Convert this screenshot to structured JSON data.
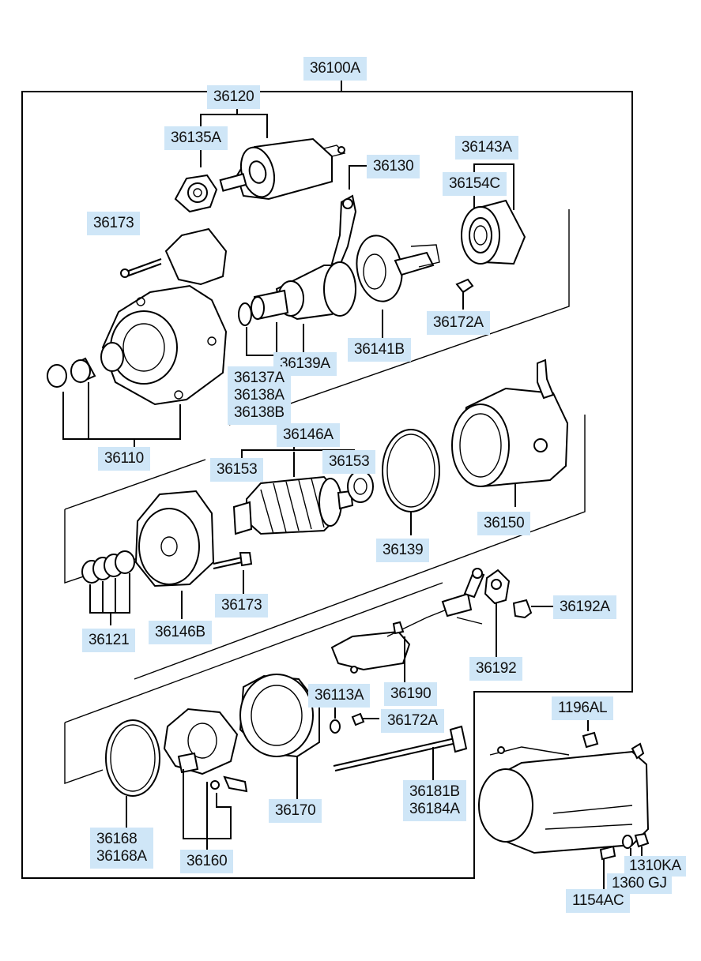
{
  "labels": {
    "p36100A": "36100A",
    "p36120": "36120",
    "p36135A": "36135A",
    "p36130": "36130",
    "p36143A": "36143A",
    "p36154C": "36154C",
    "p36173_top": "36173",
    "p36172A_top": "36172A",
    "p36141B": "36141B",
    "p36139A": "36139A",
    "p36137A": "36137A",
    "p36138A": "36138A",
    "p36138B": "36138B",
    "p36110": "36110",
    "p36146A": "36146A",
    "p36153_left": "36153",
    "p36153_right": "36153",
    "p36139": "36139",
    "p36150": "36150",
    "p36173_mid": "36173",
    "p36121": "36121",
    "p36146B": "36146B",
    "p36192A": "36192A",
    "p36192": "36192",
    "p36190": "36190",
    "p36113A": "36113A",
    "p36172A_bottom": "36172A",
    "p36181B": "36181B",
    "p36184A": "36184A",
    "p36170": "36170",
    "p36168": "36168",
    "p36168A": "36168A",
    "p36160": "36160",
    "p1196AL": "1196AL",
    "p1310KA": "1310KA",
    "p1360GJ": "1360 GJ",
    "p1154AC": "1154AC"
  },
  "colors": {
    "label_bg": "#cfe6f7",
    "line": "#000000",
    "background": "#ffffff"
  }
}
